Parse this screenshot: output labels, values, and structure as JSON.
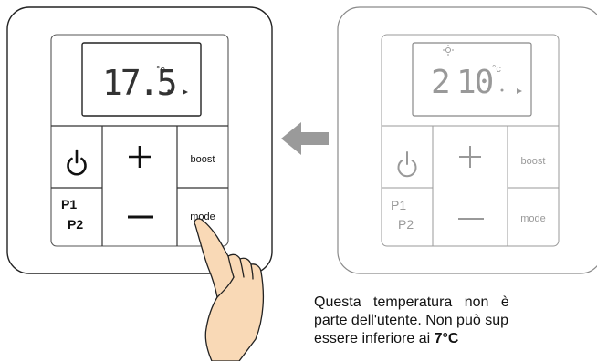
{
  "left_device": {
    "temperature": "17.5",
    "unit": "°c",
    "buttons": {
      "power_icon": "power-icon",
      "plus": "+",
      "boost": "boost",
      "program_top": "P1",
      "program_bottom": "P2",
      "minus": "—",
      "mode": "mode"
    },
    "state": "active"
  },
  "right_device": {
    "temperature_prefix": "2",
    "temperature": "10",
    "unit": "°c",
    "buttons": {
      "power_icon": "power-icon",
      "plus": "+",
      "boost": "boost",
      "program_top": "P1",
      "program_bottom": "P2",
      "minus": "—",
      "mode": "mode"
    },
    "state": "faded"
  },
  "arrow": {
    "direction": "left",
    "icon": "arrow-left-icon",
    "color": "#9a9a9a"
  },
  "hand": {
    "icon": "hand-pointer-icon",
    "color": "#f9d9b6",
    "target": "mode"
  },
  "caption": {
    "line1": "Questa temperatura non è",
    "line2": "parte dell'utente. Non può sup",
    "line3_prefix": "essere inferiore ai ",
    "line3_bold": "7°C"
  },
  "colors": {
    "frame": "#222222",
    "frame_faded": "#8a8a8a",
    "background": "#ffffff"
  }
}
